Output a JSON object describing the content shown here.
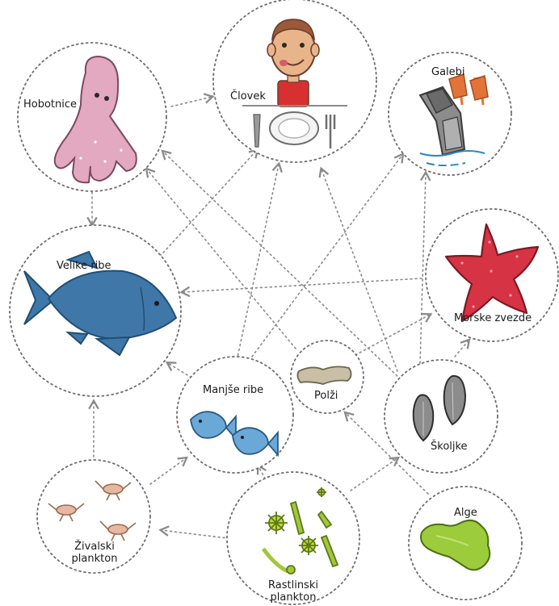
{
  "nodes": {
    "clovek": {
      "label": "Človek"
    },
    "galebi": {
      "label": "Galebi"
    },
    "hobotnice": {
      "label": "Hobotnice"
    },
    "velike": {
      "label": "Velike ribe"
    },
    "zvezde": {
      "label": "Morske zvezde"
    },
    "manjse": {
      "label": "Manjše ribe"
    },
    "polzi": {
      "label": "Polži"
    },
    "skoljke": {
      "label": "Školjke"
    },
    "zival": {
      "label_line1": "Živalski",
      "label_line2": "plankton"
    },
    "rastl": {
      "label_line1": "Rastlinski",
      "label_line2": "plankton"
    },
    "alge": {
      "label": "Alge"
    }
  },
  "colors": {
    "ring": "#6e6e6e",
    "arrow": "#8a8a8a",
    "octopus": "#e3a9c0",
    "fish": "#3f78a8",
    "small_fish": "#6aa8d8",
    "starfish": "#d63344",
    "algae": "#9ccb3b",
    "plankton_green": "#a4c63a",
    "shell": "#8c8c8c",
    "snail": "#c8bfa6",
    "gull_feet": "#e2743a",
    "zooplankton": "#c98f72",
    "shirt": "#d83030",
    "face": "#e8b48a"
  },
  "icons": [
    "human-icon",
    "seagull-icon",
    "octopus-icon",
    "big-fish-icon",
    "starfish-icon",
    "small-fish-icon",
    "snail-icon",
    "mussel-icon",
    "zooplankton-icon",
    "phytoplankton-icon",
    "algae-icon"
  ]
}
